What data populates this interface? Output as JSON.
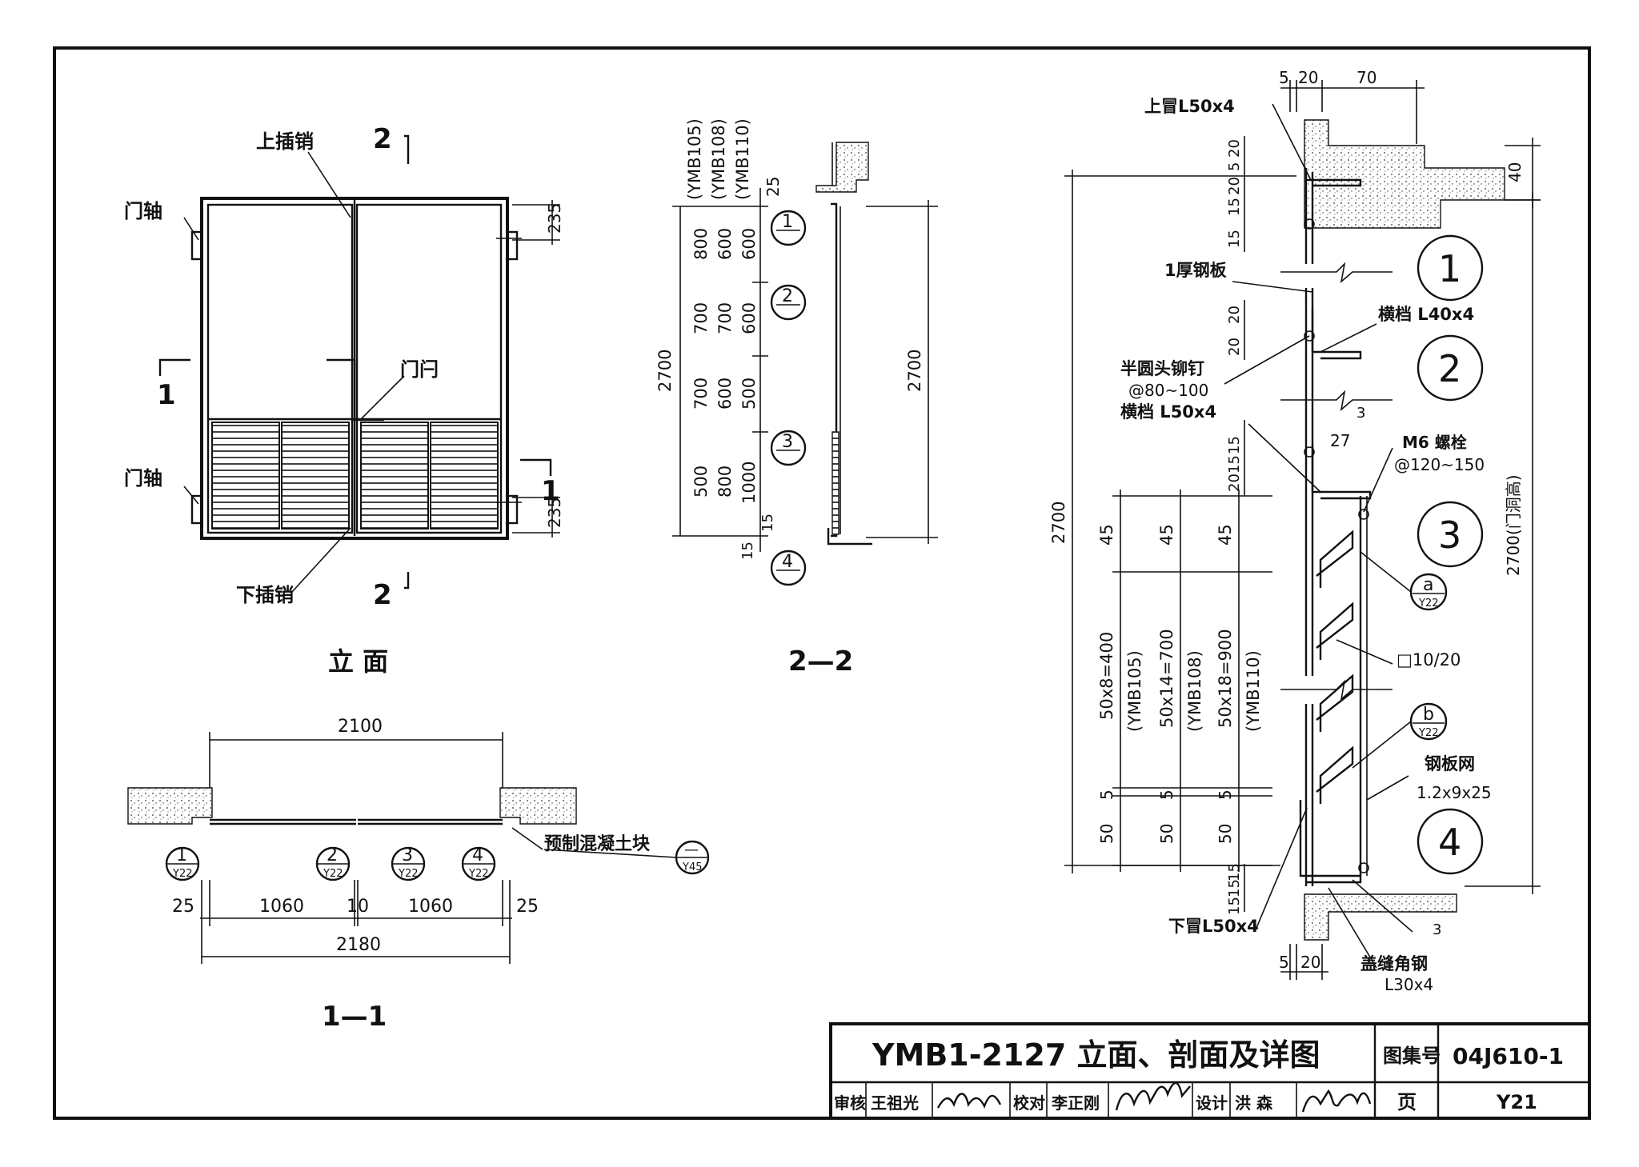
{
  "title_block": {
    "title": "YMB1-2127 立面、剖面及详图",
    "atlas_no_label": "图集号",
    "atlas_no": "04J610-1",
    "page_label": "页",
    "page_no": "Y21",
    "review_label": "审核",
    "reviewer": "王祖光",
    "check_label": "校对",
    "checker": "李正刚",
    "design_label": "设计",
    "designer": "洪  森",
    "signatures": [
      "王祖光",
      "李正刚",
      "洪森"
    ]
  },
  "elevation": {
    "caption": "立 面",
    "labels": {
      "top_bolt": "上插销",
      "hinge_top": "门轴",
      "hinge_bottom": "门轴",
      "latch": "门闩",
      "bottom_bolt": "下插销"
    },
    "section_marks": {
      "s2": "2",
      "s1": "1"
    },
    "dims": {
      "top": "235",
      "bottom": "235"
    }
  },
  "section_1_1": {
    "caption": "1—1",
    "overall": "2100",
    "total": "2180",
    "segments": [
      "25",
      "1060",
      "10",
      "1060",
      "25"
    ],
    "precast_label": "预制混凝土块",
    "details": [
      {
        "num": "1",
        "ref": "Y22"
      },
      {
        "num": "2",
        "ref": "Y22"
      },
      {
        "num": "3",
        "ref": "Y22"
      },
      {
        "num": "4",
        "ref": "Y22"
      },
      {
        "num": "—",
        "ref": "Y45"
      }
    ]
  },
  "section_2_2": {
    "caption": "2—2",
    "models": [
      "(YMB105)",
      "(YMB108)",
      "(YMB110)"
    ],
    "top_dim": "25",
    "rows": [
      [
        "800",
        "600",
        "600"
      ],
      [
        "700",
        "700",
        "600"
      ],
      [
        "700",
        "600",
        "500"
      ],
      [
        "500",
        "800",
        "1000"
      ]
    ],
    "bottom_dims": [
      "15",
      "15"
    ],
    "total_left": "2700",
    "total_right": "2700",
    "detail_marks": [
      "1",
      "2",
      "3",
      "4"
    ]
  },
  "detail": {
    "top_dims": [
      "5",
      "20",
      "70"
    ],
    "bottom_dims": [
      "5",
      "20"
    ],
    "right_dim_top": "40",
    "height_total": "2700",
    "height_right": "2700(门洞高)",
    "left_small_dims": [
      "20",
      "5",
      "20",
      "15",
      "15",
      "20",
      "20",
      "15",
      "20",
      "15",
      "15",
      "15",
      "15"
    ],
    "columns": [
      {
        "top": "45",
        "mid": "50x8=400",
        "model": "(YMB105)",
        "a": "5",
        "b": "50"
      },
      {
        "top": "45",
        "mid": "50x14=700",
        "model": "(YMB108)",
        "a": "5",
        "b": "50"
      },
      {
        "top": "45",
        "mid": "50x18=900",
        "model": "(YMB110)",
        "a": "5",
        "b": "50"
      }
    ],
    "labels": {
      "top_frame": "上冒L50x4",
      "plate": "1厚钢板",
      "rail_l40": "横档 L40x4",
      "rivet": "半圆头铆钉",
      "rivet_spacing": "@80~100",
      "rail_l50": "横档 L50x4",
      "bolt": "M6 螺栓",
      "bolt_spacing": "@120~150",
      "dim27": "27",
      "dim3a": "3",
      "dim3b": "3",
      "square_bar": "□10/20",
      "mesh": "钢板网",
      "mesh_spec": "1.2x9x25",
      "bottom_frame": "下冒L50x4",
      "cover_angle": "盖缝角钢",
      "cover_angle_spec": "L30x4"
    },
    "circles": [
      "1",
      "2",
      "3",
      "4"
    ],
    "refs": [
      {
        "letter": "a",
        "ref": "Y22"
      },
      {
        "letter": "b",
        "ref": "Y22"
      }
    ]
  }
}
